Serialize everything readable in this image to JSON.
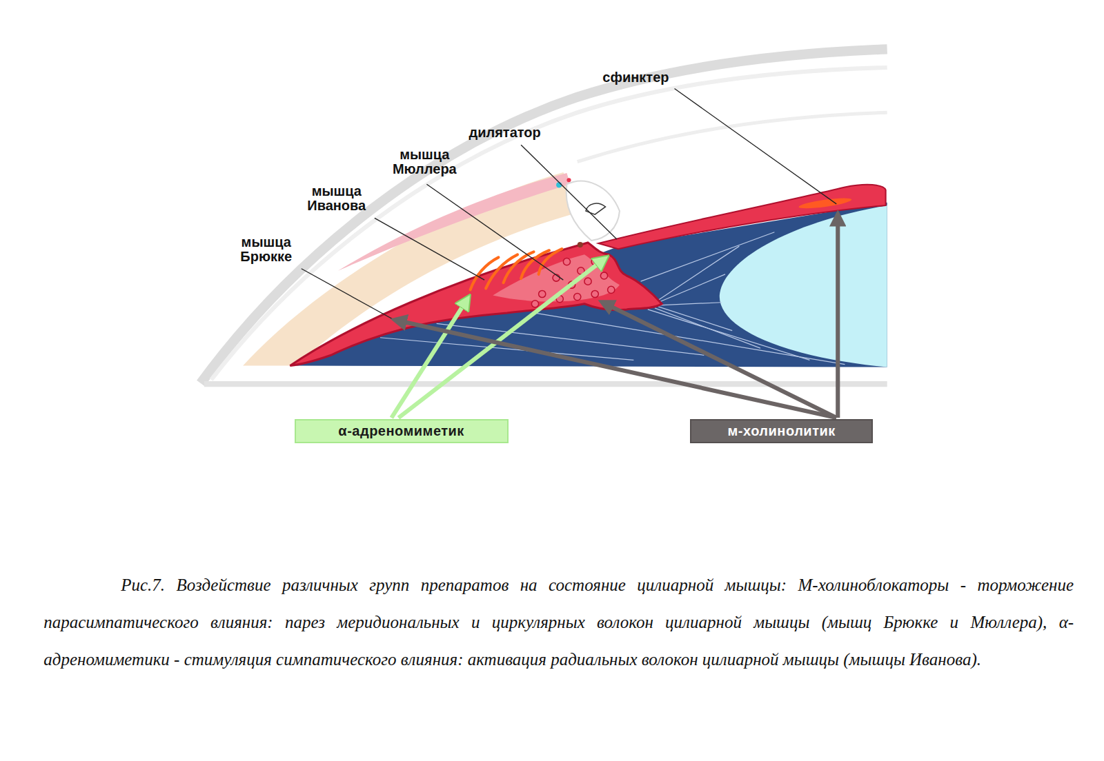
{
  "diagram": {
    "caption": "Рис.7. Воздействие различных групп препаратов на состояние цилиарной мышцы: М-холиноблокаторы - торможение парасимпатического влияния: парез меридиональных и циркулярных волокон цилиарной мышцы (мышц Брюкке и Мюллера), α-адреномиметики - стимуляция симпатического влияния: активация радиальных волокон цилиарной мышцы (мышцы Иванова).",
    "nodes": [
      {
        "text": [
          "α-адреномиметик"
        ]
      },
      {
        "text": [
          "м-холинолитик"
        ]
      }
    ],
    "labels": [
      "сфинктер",
      "дилятатор",
      "мышца Мюллера",
      "мышца Иванова",
      "мышца Брюкке"
    ]
  }
}
